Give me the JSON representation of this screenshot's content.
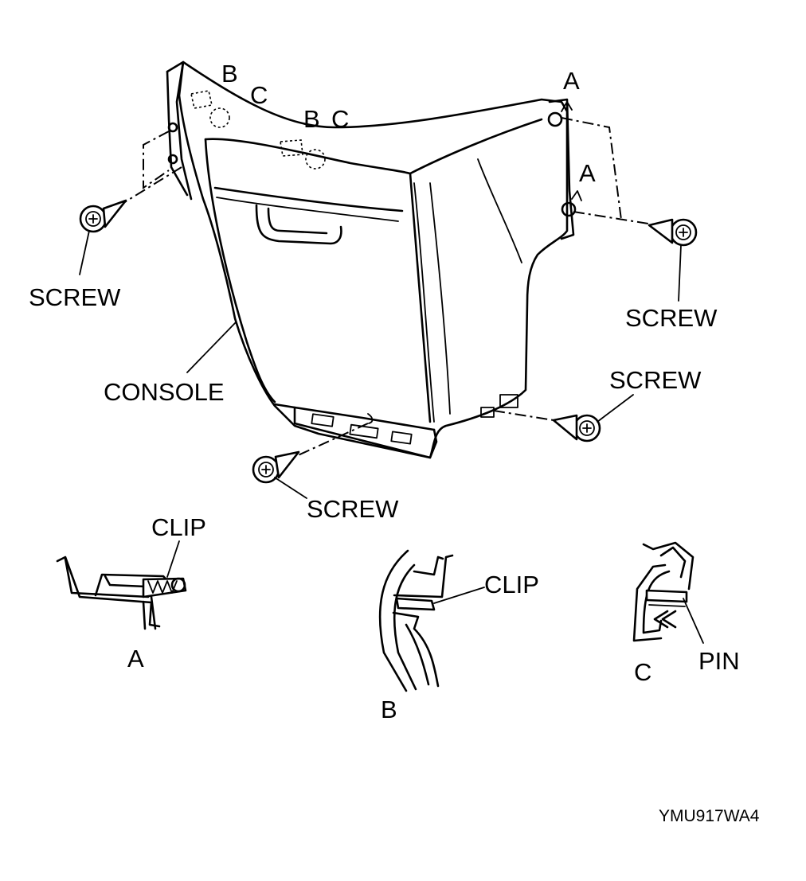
{
  "labels": {
    "screw_left": "SCREW",
    "screw_right_top": "SCREW",
    "screw_right_bottom": "SCREW",
    "screw_bottom": "SCREW",
    "console": "CONSOLE",
    "a_top_1": "A",
    "a_top_2": "A",
    "b_top_1": "B",
    "c_top_1": "C",
    "b_top_2": "B",
    "c_top_2": "C",
    "clip_a": "CLIP",
    "clip_b": "CLIP",
    "pin": "PIN",
    "detail_a": "A",
    "detail_b": "B",
    "detail_c": "C",
    "figure_code": "YMU917WA4"
  }
}
